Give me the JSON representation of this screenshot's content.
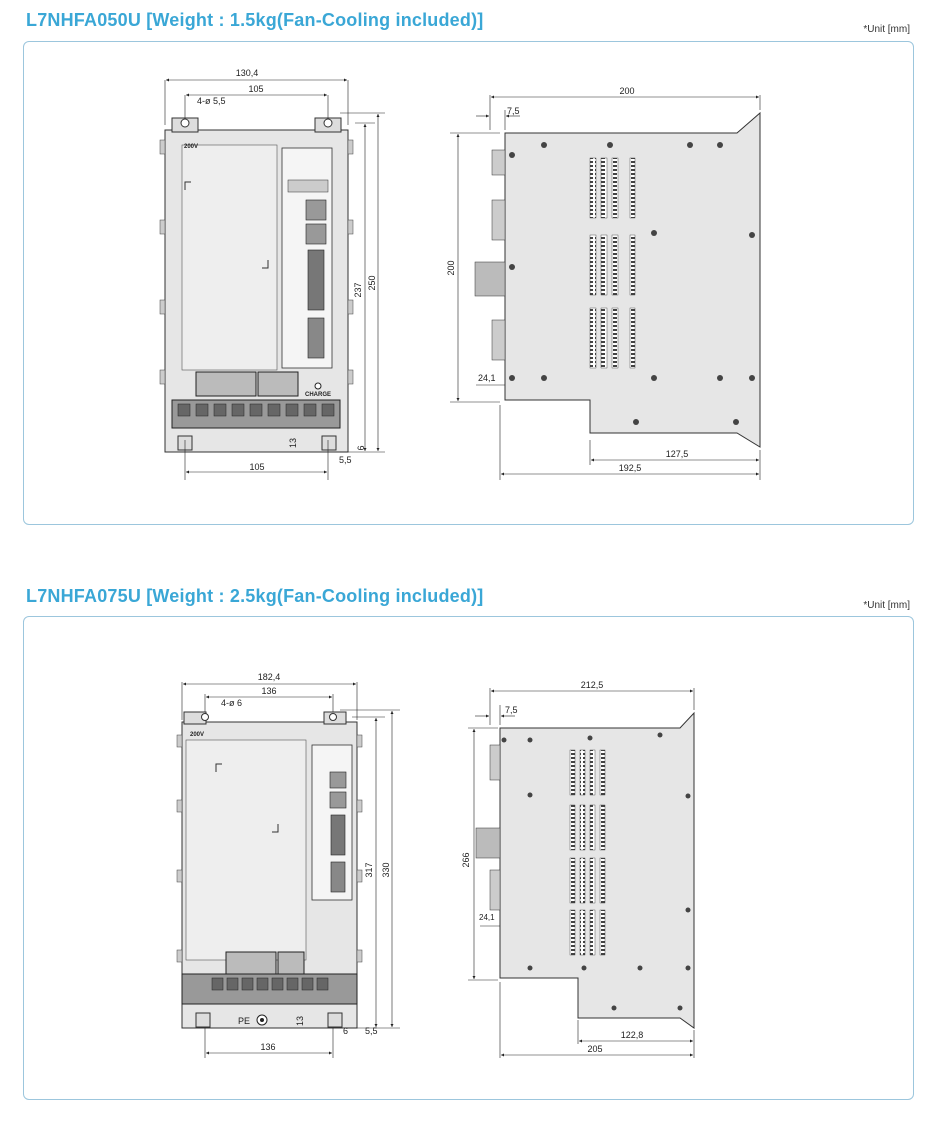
{
  "unit_note": "*Unit [mm]",
  "sections": [
    {
      "title": "L7NHFA050U [Weight : 1.5kg(Fan-Cooling included)]",
      "front": {
        "width_total": "130,4",
        "width_mount": "105",
        "hole_spec": "4-ø 5,5",
        "height_mount": "237",
        "height_total": "250",
        "dim_13": "13",
        "dim_6": "6",
        "dim_5_5": "5,5",
        "width_bottom": "105",
        "voltage_label": "200V",
        "charge_label": "CHARGE"
      },
      "side": {
        "depth_total": "200",
        "dim_7_5": "7,5",
        "height": "200",
        "dim_24_1": "24,1",
        "depth_lower": "127,5",
        "depth_mid": "192,5"
      }
    },
    {
      "title": "L7NHFA075U [Weight : 2.5kg(Fan-Cooling included)]",
      "front": {
        "width_total": "182,4",
        "width_mount": "136",
        "hole_spec": "4-ø 6",
        "height_mount": "317",
        "height_total": "330",
        "dim_13": "13",
        "dim_6": "6",
        "dim_5_5": "5,5",
        "width_bottom": "136",
        "voltage_label": "200V",
        "pe_label": "PE"
      },
      "side": {
        "depth_total": "212,5",
        "dim_7_5": "7,5",
        "height": "266",
        "dim_24_1": "24,1",
        "depth_lower": "122,8",
        "depth_mid": "205"
      }
    }
  ]
}
